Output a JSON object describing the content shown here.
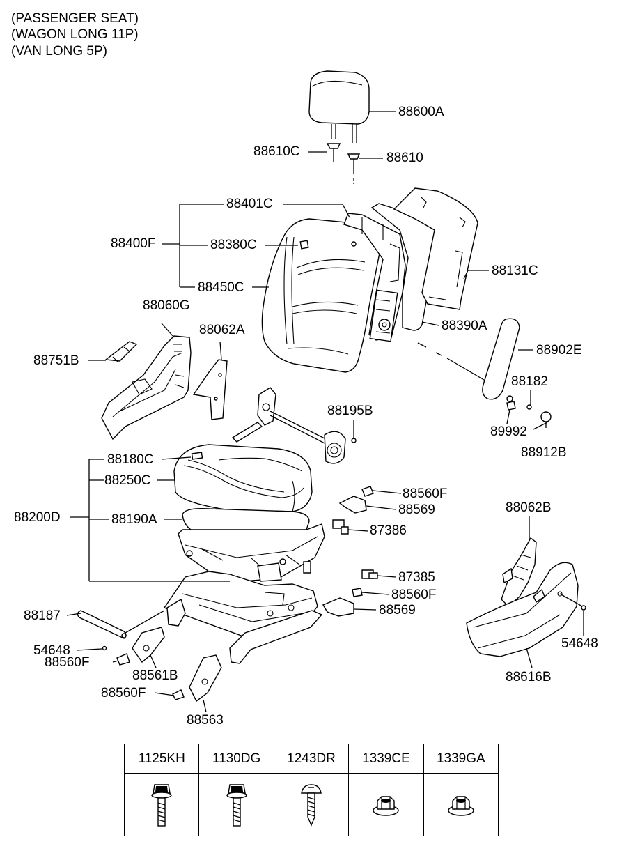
{
  "header": {
    "line1": "(PASSENGER SEAT)",
    "line2": "(WAGON LONG 11P)",
    "line3": "(VAN LONG 5P)"
  },
  "labels": {
    "p88600A": "88600A",
    "p88610C": "88610C",
    "p88610": "88610",
    "p88401C": "88401C",
    "p88400F": "88400F",
    "p88380C": "88380C",
    "p88131C": "88131C",
    "p88450C": "88450C",
    "p88060G": "88060G",
    "p88062A": "88062A",
    "p88390A": "88390A",
    "p88902E": "88902E",
    "p88751B": "88751B",
    "p88182": "88182",
    "p88195B": "88195B",
    "p89992": "89992",
    "p88912B": "88912B",
    "p88180C": "88180C",
    "p88250C": "88250C",
    "p88560F_a": "88560F",
    "p88569_a": "88569",
    "p88200D": "88200D",
    "p88190A": "88190A",
    "p88062B": "88062B",
    "p87386": "87386",
    "p87385": "87385",
    "p88560F_b": "88560F",
    "p88187": "88187",
    "p88569_b": "88569",
    "p54648_a": "54648",
    "p54648_b": "54648",
    "p88560F_c": "88560F",
    "p88561B": "88561B",
    "p88616B": "88616B",
    "p88560F_d": "88560F",
    "p88563": "88563"
  },
  "hardware": [
    {
      "code": "1125KH",
      "icon": "flange-bolt-icon"
    },
    {
      "code": "1130DG",
      "icon": "flange-bolt-icon"
    },
    {
      "code": "1243DR",
      "icon": "tapping-screw-icon"
    },
    {
      "code": "1339CE",
      "icon": "flange-nut-icon"
    },
    {
      "code": "1339GA",
      "icon": "flange-nut-icon"
    }
  ]
}
